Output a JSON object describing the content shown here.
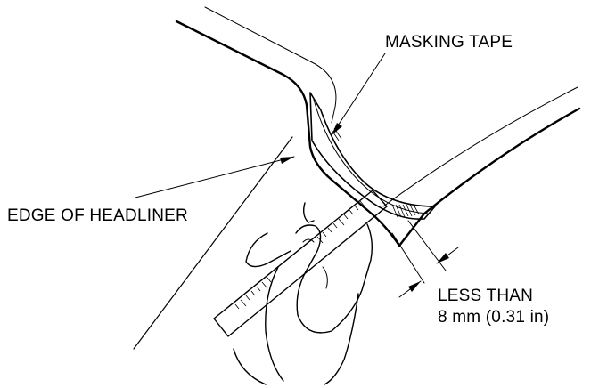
{
  "labels": {
    "masking_tape": "MASKING TAPE",
    "edge_of_headliner": "EDGE OF HEADLINER",
    "less_than": "LESS THAN",
    "measurement": "8 mm (0.31 in)"
  },
  "colors": {
    "line": "#000000",
    "background": "#ffffff"
  }
}
